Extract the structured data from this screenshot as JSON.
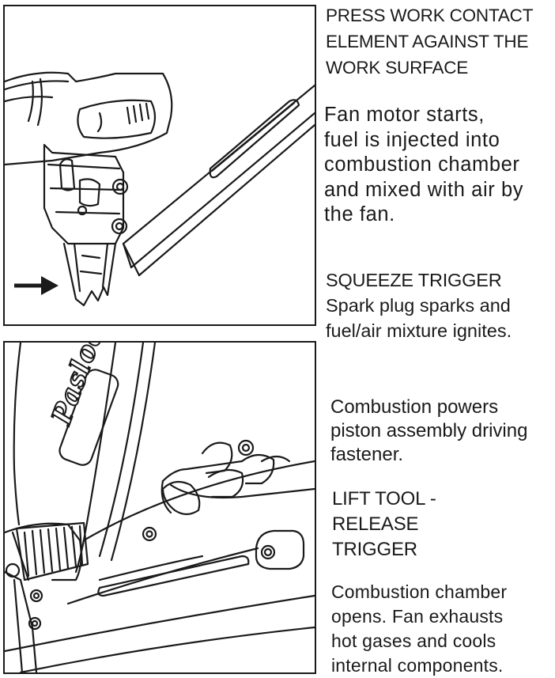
{
  "page": {
    "background": "#ffffff",
    "ink": "#1a1a1a"
  },
  "figures": {
    "top": {
      "description_icon": "nail-gun-nosepiece-illustration",
      "arrow_icon": "right-arrow-icon"
    },
    "bottom": {
      "brand_logo_text": "Paslode",
      "description_icon": "nail-gun-trigger-illustration"
    }
  },
  "steps": [
    {
      "heading": "PRESS WORK CONTACT\nELEMENT AGAINST THE\nWORK SURFACE",
      "body": "Fan motor starts,\nfuel is injected into\ncombustion chamber\nand mixed with air by\nthe fan."
    },
    {
      "heading": "SQUEEZE TRIGGER",
      "body": "Spark plug sparks and\nfuel/air mixture ignites."
    },
    {
      "heading": "",
      "body": "Combustion powers\npiston assembly  driving\nfastener."
    },
    {
      "heading": "LIFT TOOL -\nRELEASE\nTRIGGER",
      "body": "Combustion chamber\nopens. Fan exhausts\nhot gases and cools\ninternal components."
    }
  ]
}
